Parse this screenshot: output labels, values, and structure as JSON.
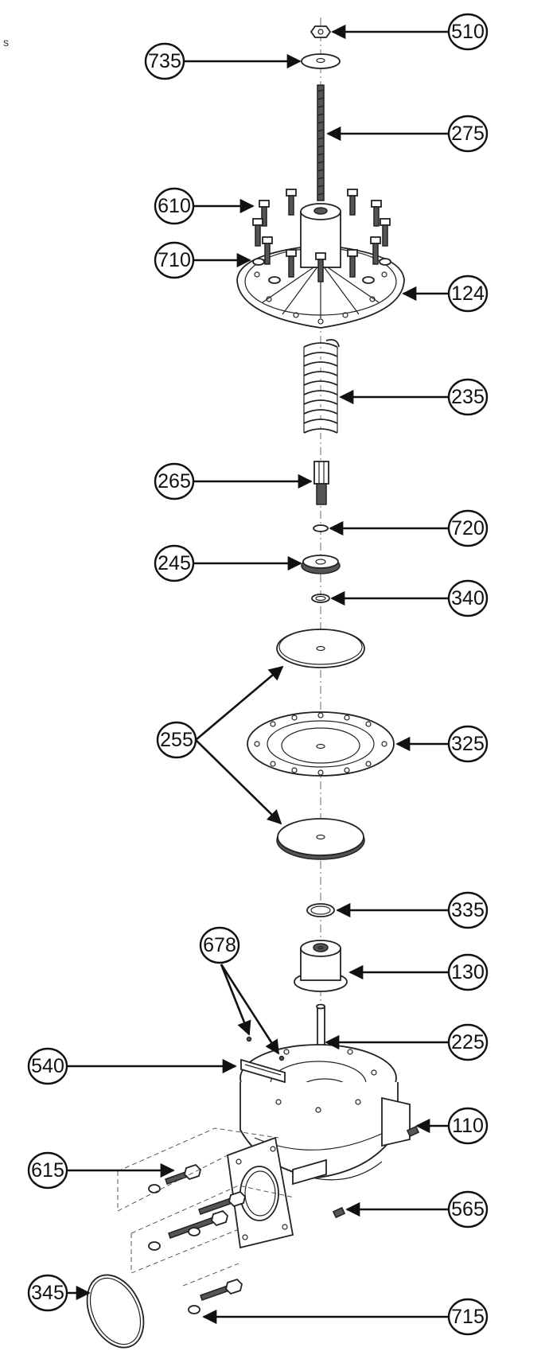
{
  "corner_text": "s",
  "callouts": [
    {
      "id": "c510",
      "label": "510"
    },
    {
      "id": "c735",
      "label": "735"
    },
    {
      "id": "c275",
      "label": "275"
    },
    {
      "id": "c610",
      "label": "610"
    },
    {
      "id": "c710",
      "label": "710"
    },
    {
      "id": "c124",
      "label": "124"
    },
    {
      "id": "c235",
      "label": "235"
    },
    {
      "id": "c265",
      "label": "265"
    },
    {
      "id": "c720",
      "label": "720"
    },
    {
      "id": "c245",
      "label": "245"
    },
    {
      "id": "c340",
      "label": "340"
    },
    {
      "id": "c255",
      "label": "255"
    },
    {
      "id": "c325",
      "label": "325"
    },
    {
      "id": "c335",
      "label": "335"
    },
    {
      "id": "c678",
      "label": "678"
    },
    {
      "id": "c130",
      "label": "130"
    },
    {
      "id": "c225",
      "label": "225"
    },
    {
      "id": "c540",
      "label": "540"
    },
    {
      "id": "c110",
      "label": "110"
    },
    {
      "id": "c615",
      "label": "615"
    },
    {
      "id": "c565",
      "label": "565"
    },
    {
      "id": "c345",
      "label": "345"
    },
    {
      "id": "c715",
      "label": "715"
    }
  ]
}
